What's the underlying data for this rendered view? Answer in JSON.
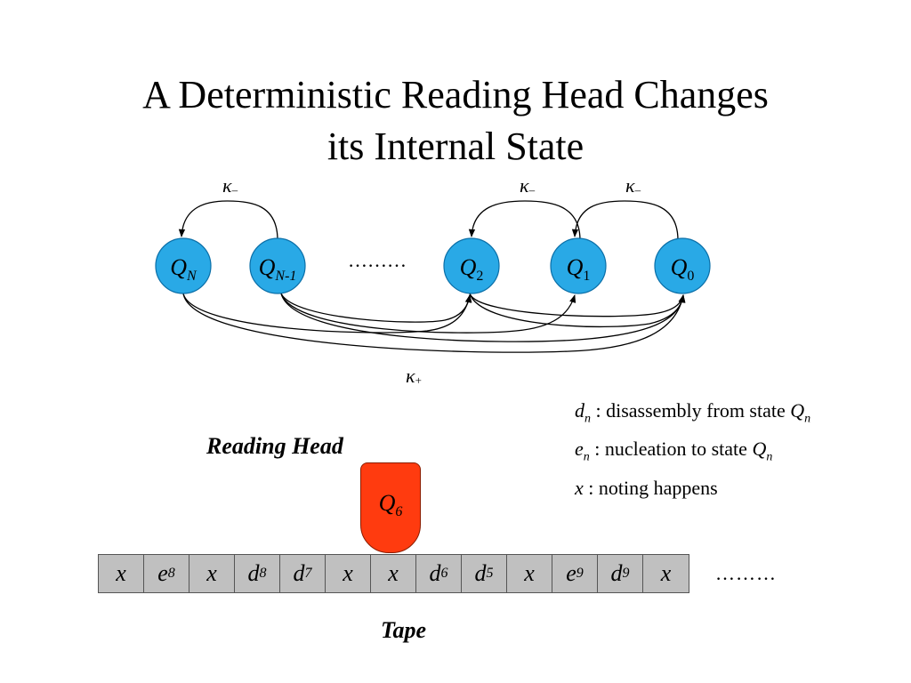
{
  "title_line1": "A Deterministic Reading Head Changes",
  "title_line2": "its Internal State",
  "states": [
    {
      "name": "Q",
      "sub": "N"
    },
    {
      "name": "Q",
      "sub": "N-1"
    },
    {
      "name": "Q",
      "sub": "2"
    },
    {
      "name": "Q",
      "sub": "1"
    },
    {
      "name": "Q",
      "sub": "0"
    }
  ],
  "state_ellipsis": "………",
  "rate_minus": {
    "symbol": "κ",
    "sub": "–"
  },
  "rate_plus": {
    "symbol": "κ",
    "sub": "+"
  },
  "legend": [
    {
      "var": "d",
      "sub": "n",
      "text": " : disassembly from state ",
      "state": "Q",
      "state_sub": "n"
    },
    {
      "var": "e",
      "sub": "n",
      "text": " : nucleation to state ",
      "state": "Q",
      "state_sub": "n"
    },
    {
      "var": "x",
      "sub": "",
      "text": " : noting happens",
      "state": "",
      "state_sub": ""
    }
  ],
  "reading_head_label": "Reading Head",
  "head_state": {
    "name": "Q",
    "sub": "6"
  },
  "tape": [
    {
      "v": "x",
      "s": ""
    },
    {
      "v": "e",
      "s": "8"
    },
    {
      "v": "x",
      "s": ""
    },
    {
      "v": "d",
      "s": "8"
    },
    {
      "v": "d",
      "s": "7"
    },
    {
      "v": "x",
      "s": ""
    },
    {
      "v": "x",
      "s": ""
    },
    {
      "v": "d",
      "s": "6"
    },
    {
      "v": "d",
      "s": "5"
    },
    {
      "v": "x",
      "s": ""
    },
    {
      "v": "e",
      "s": "9"
    },
    {
      "v": "d",
      "s": "9"
    },
    {
      "v": "x",
      "s": ""
    }
  ],
  "tape_ellipsis": "………",
  "tape_label": "Tape"
}
